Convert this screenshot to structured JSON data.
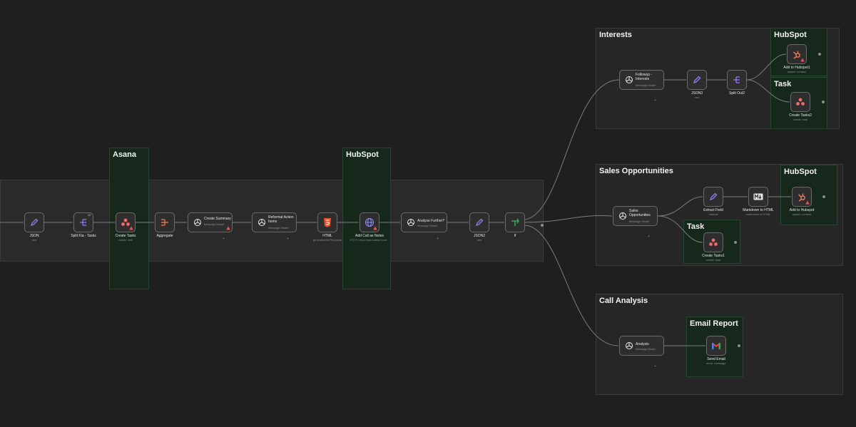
{
  "groups": {
    "asana": "Asana",
    "hubspot_main": "HubSpot",
    "interests": "Interests",
    "hubspot_interests": "HubSpot",
    "task_interests": "Task",
    "sales_opps": "Sales Opportunities",
    "hubspot_sales": "HubSpot",
    "task_sales": "Task",
    "call_analysis": "Call Analysis",
    "email_report": "Email Report"
  },
  "nodes": {
    "json": {
      "label": "JSON",
      "sub": "raw"
    },
    "split_kia": {
      "label": "Split Kia - Tasks",
      "badge": "12"
    },
    "create_tasks": {
      "label": "Create Tasks",
      "sub": "create: task"
    },
    "aggregate": {
      "label": "Aggregate"
    },
    "create_summary": {
      "label": "Create Summary",
      "sub": "Message Model"
    },
    "reformat": {
      "label": "Reformat Action Items",
      "sub": "Message Model"
    },
    "html": {
      "label": "HTML",
      "sub": "generateHtmlTemplate"
    },
    "add_call": {
      "label": "Add Call as Notes",
      "sub": "POST: https://api.hubapi.com..."
    },
    "analyse": {
      "label": "Analyse Further?",
      "sub": "Message Model"
    },
    "json2": {
      "label": "JSON2",
      "sub": "raw"
    },
    "if": {
      "label": "If"
    },
    "followup": {
      "label": "Followup - Interests",
      "sub": "Message Model"
    },
    "json3": {
      "label": "JSON3",
      "sub": "raw"
    },
    "split_out2": {
      "label": "Split Out2"
    },
    "add_hubspot1": {
      "label": "Add to Hubspot1",
      "sub": "upsert: contact"
    },
    "create_tasks2": {
      "label": "Create Tasks2",
      "sub": "create: task"
    },
    "sales_opp_node": {
      "label": "Sales Opportunities",
      "sub": "Message Model"
    },
    "extract_field": {
      "label": "Extract Field",
      "sub": "manual"
    },
    "md_to_html": {
      "label": "Markdown to HTML",
      "sub": "markdown to HTML"
    },
    "add_hubspot": {
      "label": "Add to Hubspot",
      "sub": "upsert: contact"
    },
    "create_tasks1": {
      "label": "Create Tasks1",
      "sub": "create: task"
    },
    "analysis": {
      "label": "Analysis",
      "sub": "Message Model"
    },
    "send_email": {
      "label": "Send Email",
      "sub": "send: message"
    }
  },
  "colors": {
    "canvas": "#1f1f1f",
    "node_border": "#6a6a6a",
    "wire": "#8c8c8c",
    "asana": "#f06a6a",
    "hubspot": "#ff7a59",
    "edit": "#7b6cf6",
    "split": "#9b7cf6",
    "if_green": "#35c46a"
  }
}
